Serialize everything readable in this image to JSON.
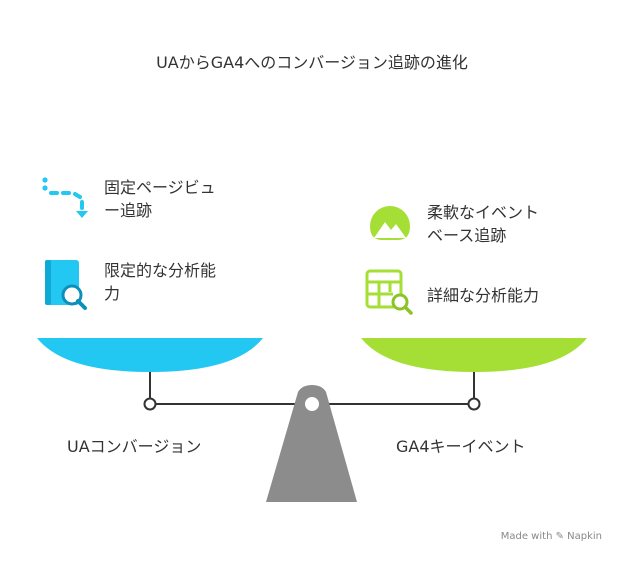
{
  "title": "UAからGA4へのコンバージョン追跡の進化",
  "left": {
    "label": "UAコンバージョン",
    "color": "#22C7F2",
    "items": [
      {
        "text_line1": "固定ページビュ",
        "text_line2": "ー追跡",
        "icon": "dotted-path-arrow-icon"
      },
      {
        "text_line1": "限定的な分析能",
        "text_line2": "力",
        "icon": "document-search-icon"
      }
    ]
  },
  "right": {
    "label": "GA4キーイベント",
    "color": "#A5DE35",
    "items": [
      {
        "text_line1": "柔軟なイベント",
        "text_line2": "ベース追跡",
        "icon": "mountain-icon"
      },
      {
        "text_line1": "詳細な分析能力",
        "text_line2": "",
        "icon": "table-search-icon"
      }
    ]
  },
  "fulcrum_color": "#8C8C8C",
  "credit": "Made with ✎ Napkin"
}
